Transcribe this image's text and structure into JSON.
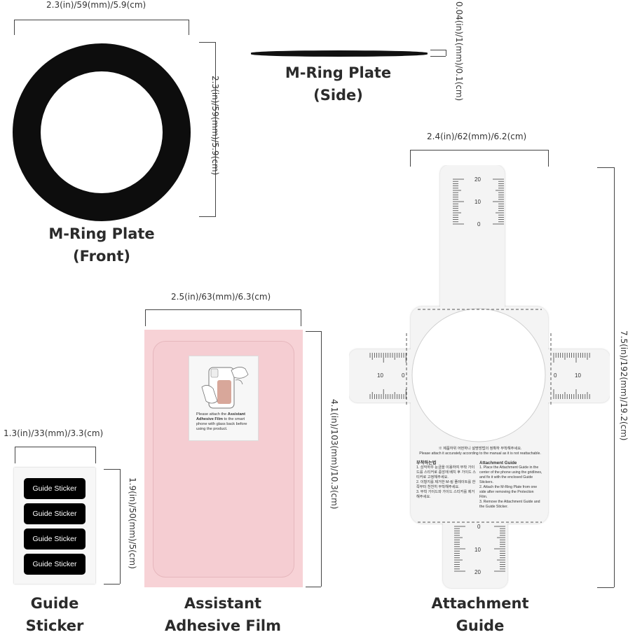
{
  "ring_front": {
    "width_dim": "2.3(in)/59(mm)/5.9(cm)",
    "height_dim": "2.3(in)/59(mm)/5.9(cm)",
    "label_line1": "M-Ring Plate",
    "label_line2": "(Front)"
  },
  "ring_side": {
    "thickness_dim": "0.04(in)/1(mm)/0.1(cm)",
    "label_line1": "M-Ring Plate",
    "label_line2": "(Side)"
  },
  "attachment_guide": {
    "width_dim": "2.4(in)/62(mm)/6.2(cm)",
    "height_dim": "7.5(in)/192(mm)/19.2(cm)",
    "label_line1": "Attachment",
    "label_line2": "Guide",
    "ruler_top": [
      "20",
      "10",
      "0"
    ],
    "ruler_bottom": [
      "0",
      "10",
      "20"
    ],
    "ruler_left": [
      "10",
      "0"
    ],
    "ruler_right": [
      "0",
      "10"
    ],
    "notice_kr": "※ 제품하위 어떤하니 설명방법의 정확하 부착해주세요.",
    "notice_en": "Please attach it accurately according to the manual as it is not reattachable.",
    "kr_title": "부착하는법",
    "kr_steps": [
      "1. 삼작하우 눈금을 이용하여 부착 가이드를 스티커로 중앙에 배치 후 가이드 스티커로 고정해주세요.",
      "2. 이형지를 제거한 M-링 플레이트를 한쪽부터 천천히 부착해주세요.",
      "3. 부착 가이드와 가이드 스티커를 제거해주세요."
    ],
    "en_title": "Attachment Guide",
    "en_steps": [
      "1. Place the Attachment Guide in the center of the phone using the gridlines, and fix it with the enclosed Guide Stickers.",
      "2. Attach the M-Ring Plate from one side after removing the Protection Film.",
      "3. Remove the Attachment Guide and the Guide Sticker."
    ]
  },
  "adhesive_film": {
    "width_dim": "2.5(in)/63(mm)/6.3(cm)",
    "height_dim": "4.1(in)/103(mm)/10.3(cm)",
    "label_line1": "Assistant",
    "label_line2": "Adhesive Film",
    "card_text_pre": "Please attach the ",
    "card_text_bold": "Assistant Adhesive Film",
    "card_text_post": " to the smart phone with glass back before using the product."
  },
  "guide_sticker": {
    "width_dim": "1.3(in)/33(mm)/3.3(cm)",
    "height_dim": "1.9(in)/50(mm)/5(cm)",
    "label_line1": "Guide",
    "label_line2": "Sticker",
    "stickers": [
      "Guide Sticker",
      "Guide Sticker",
      "Guide Sticker",
      "Guide Sticker"
    ]
  },
  "colors": {
    "ring": "#0d0d0d",
    "film_pink": "#f7d2d6",
    "guide_panel": "#f2f2f2"
  }
}
